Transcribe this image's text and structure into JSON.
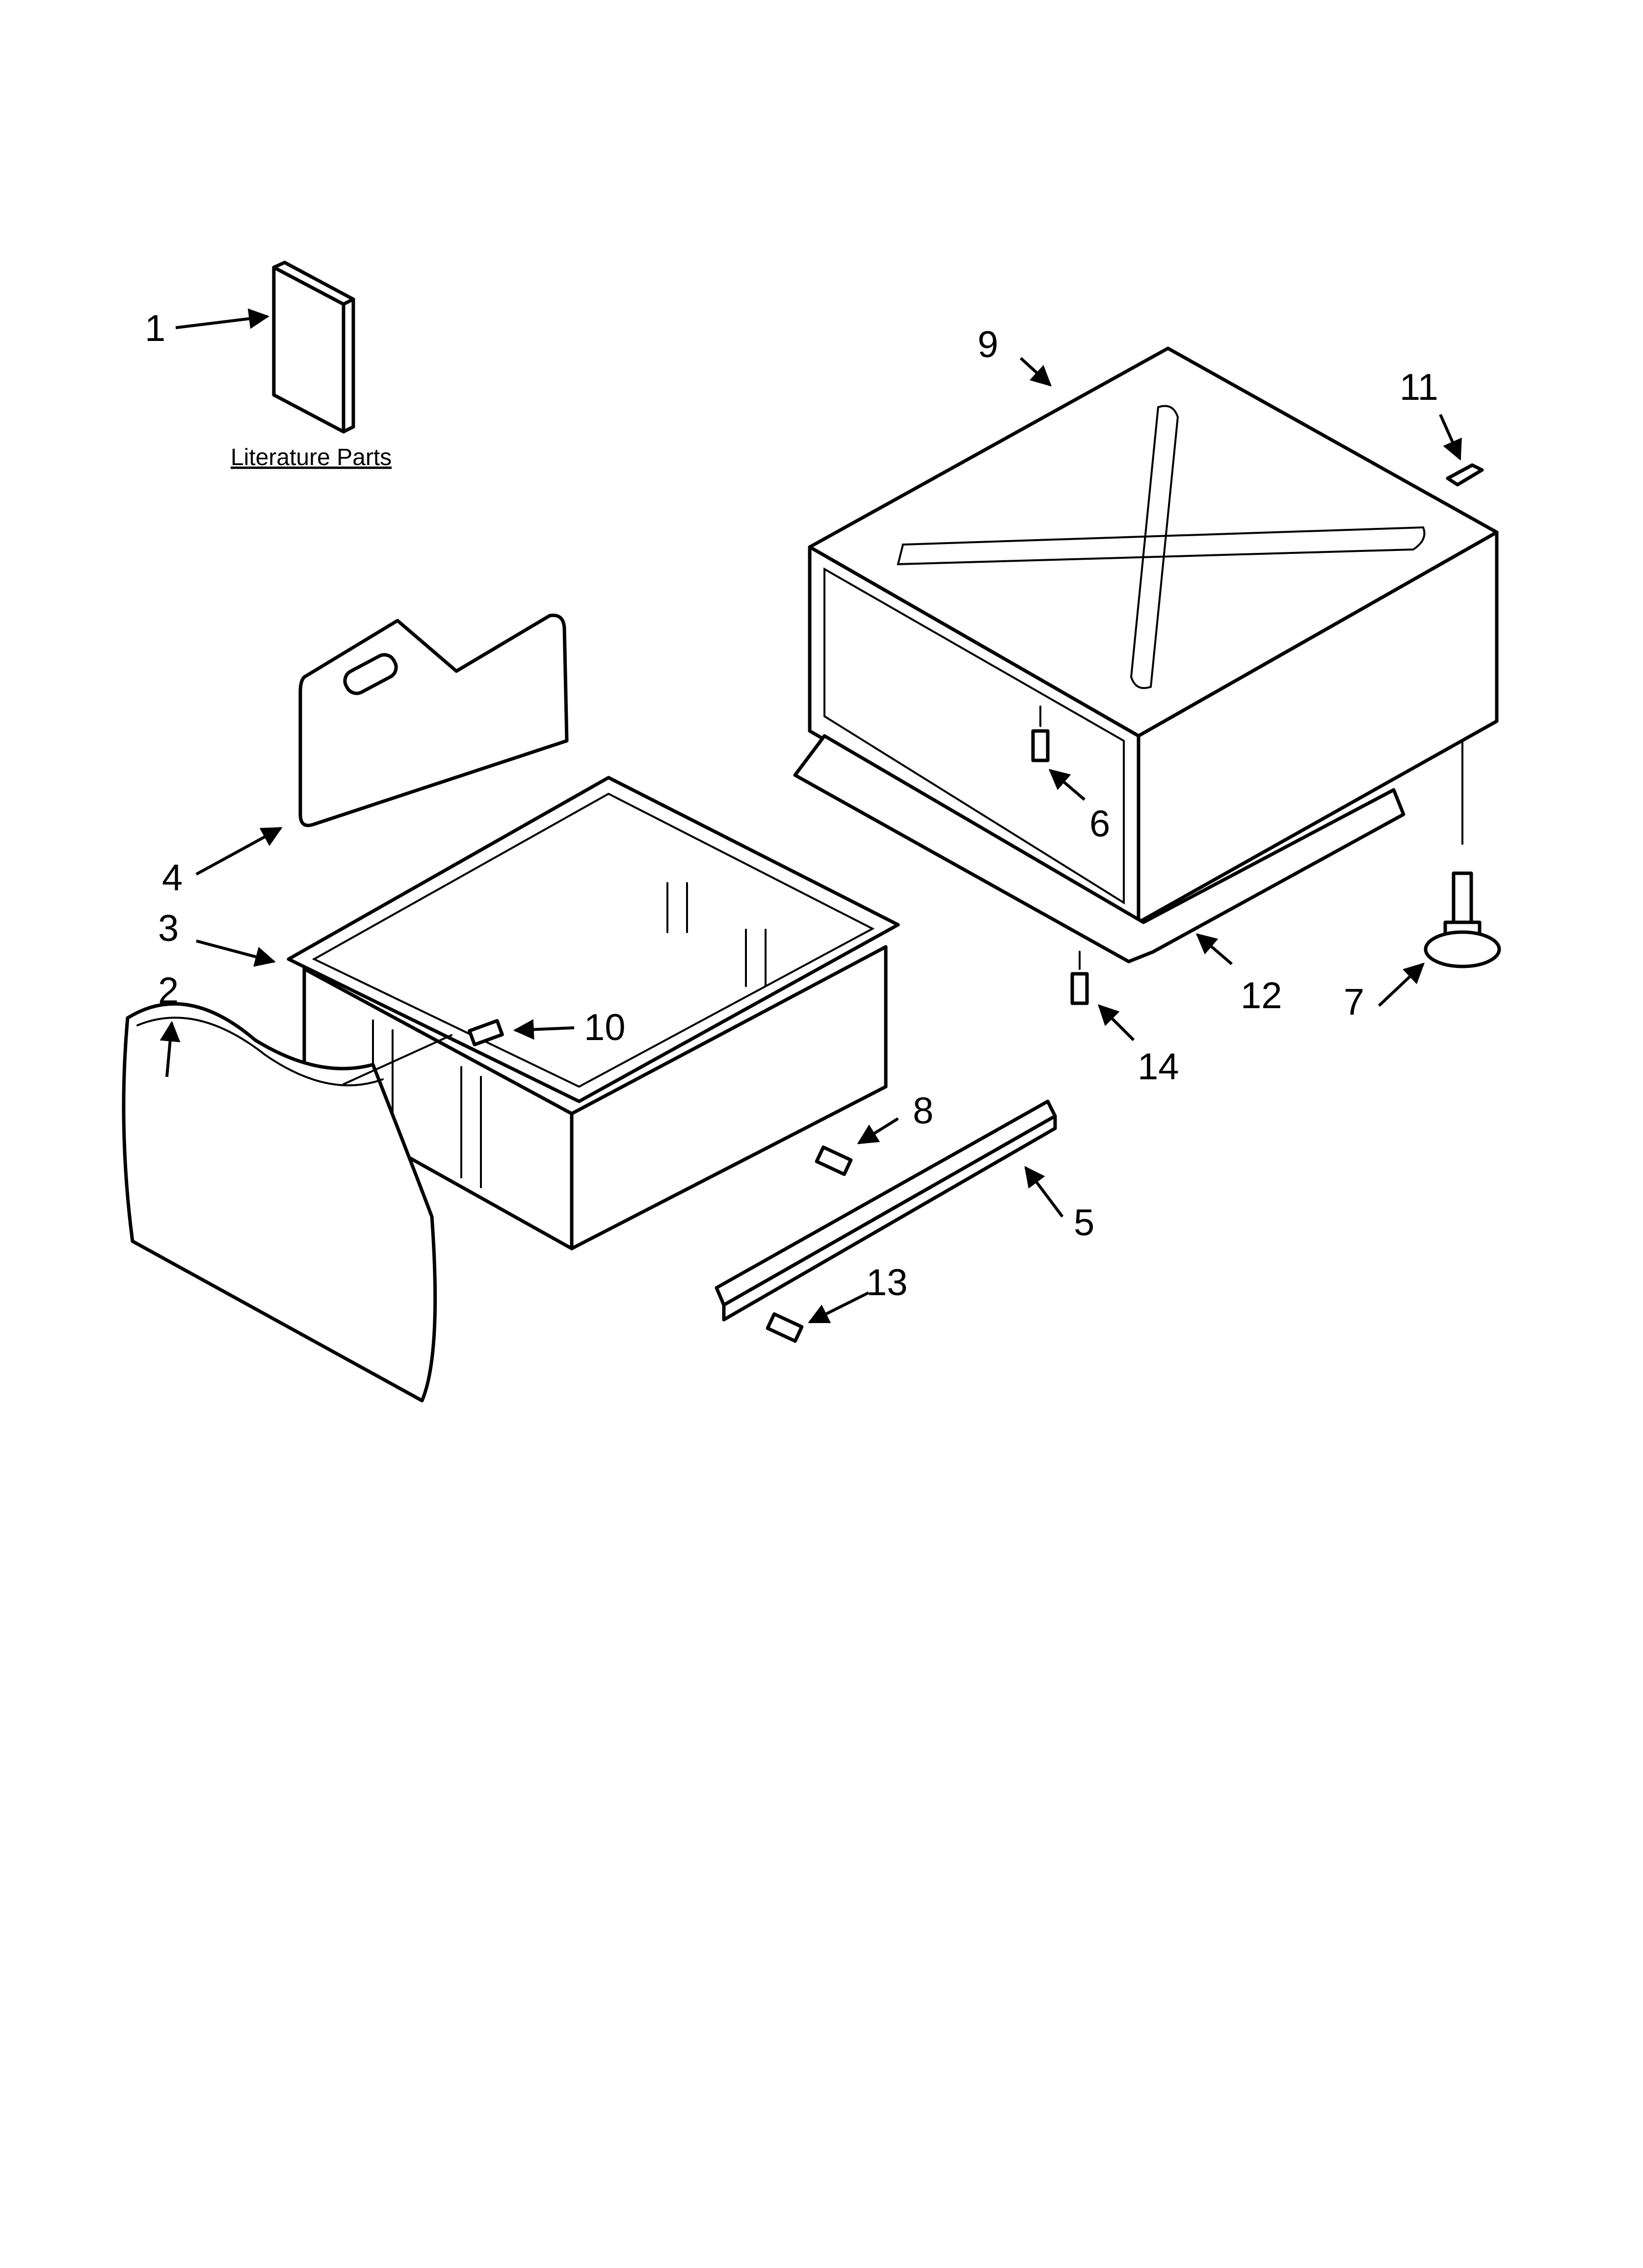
{
  "literature_label": "Literature Parts",
  "callouts": {
    "c1": "1",
    "c2": "2",
    "c3": "3",
    "c4": "4",
    "c5": "5",
    "c6": "6",
    "c7": "7",
    "c8": "8",
    "c9": "9",
    "c10": "10",
    "c11": "11",
    "c12": "12",
    "c13": "13",
    "c14": "14"
  }
}
